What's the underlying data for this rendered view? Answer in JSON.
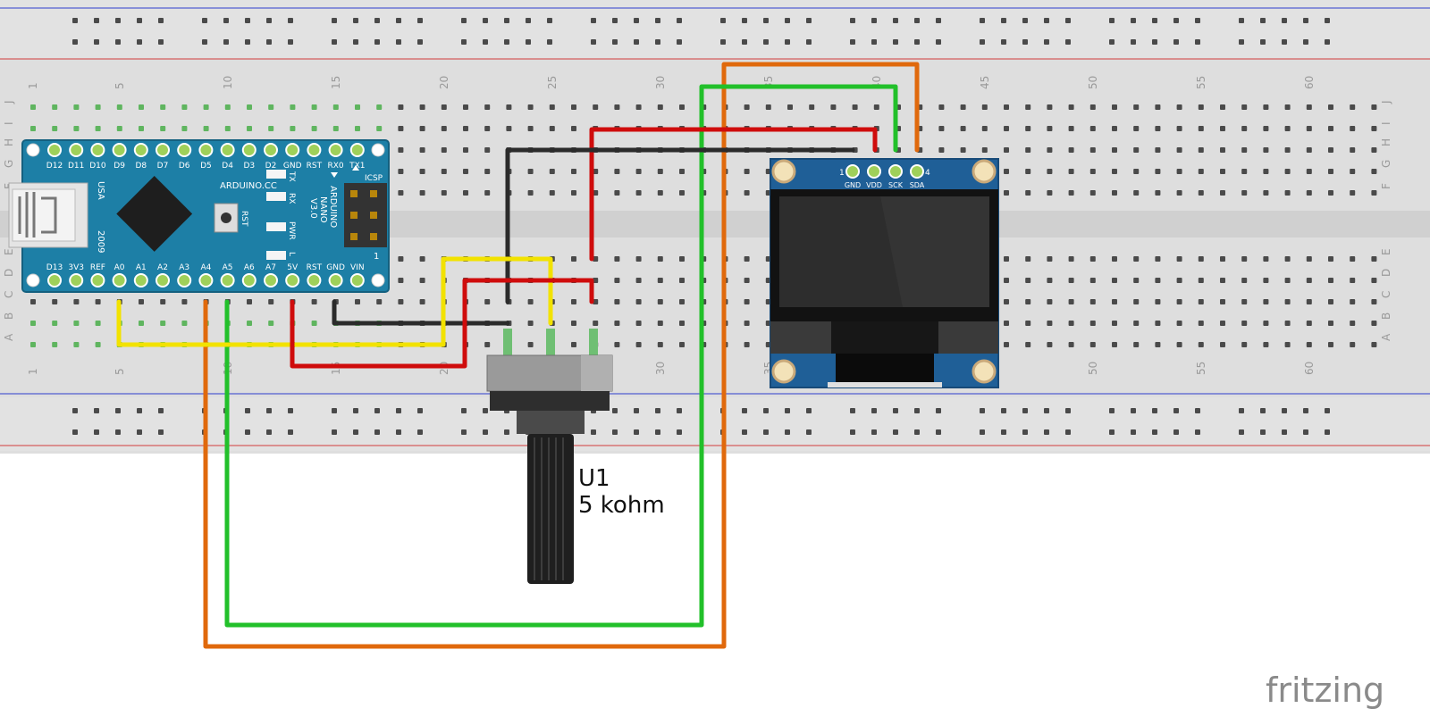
{
  "breadboard": {
    "column_numbers": [
      "1",
      "5",
      "10",
      "15",
      "20",
      "25",
      "30",
      "35",
      "40",
      "45",
      "50",
      "55",
      "60"
    ],
    "row_letters_top": [
      "J",
      "I",
      "H",
      "G",
      "F"
    ],
    "row_letters_bottom": [
      "E",
      "D",
      "C",
      "B",
      "A"
    ]
  },
  "arduino": {
    "top_pins": [
      "D12",
      "D11",
      "D10",
      "D9",
      "D8",
      "D7",
      "D6",
      "D5",
      "D4",
      "D3",
      "D2",
      "GND",
      "RST",
      "RX0",
      "TX1"
    ],
    "bottom_pins": [
      "D13",
      "3V3",
      "REF",
      "A0",
      "A1",
      "A2",
      "A3",
      "A4",
      "A5",
      "A6",
      "A7",
      "5V",
      "RST",
      "GND",
      "VIN"
    ],
    "brand": "ARDUINO.CC",
    "model_lines": [
      "ARDUINO",
      "NANO",
      "V3.0"
    ],
    "icsp": "ICSP",
    "usa": "USA",
    "year": "2009",
    "rst": "RST",
    "tx": "TX",
    "rx": "RX",
    "pwr": "PWR",
    "l": "L",
    "one": "1"
  },
  "oled": {
    "pins": [
      "GND",
      "VDD",
      "SCK",
      "SDA"
    ],
    "pin_first": "1",
    "pin_last": "4"
  },
  "potentiometer": {
    "name": "U1",
    "value": "5 kohm"
  },
  "watermark": "fritzing",
  "colors": {
    "breadboard": "#dcdcdc",
    "rail_blue": "#2f3fcf",
    "rail_red": "#d23c3c",
    "arduino_board": "#1d7fa6",
    "oled_board": "#1f5f97",
    "wire_yellow": "#f2e200",
    "wire_red": "#cf0c0c",
    "wire_black": "#2b2b2b",
    "wire_green": "#22c02a",
    "wire_orange": "#e0690c"
  }
}
